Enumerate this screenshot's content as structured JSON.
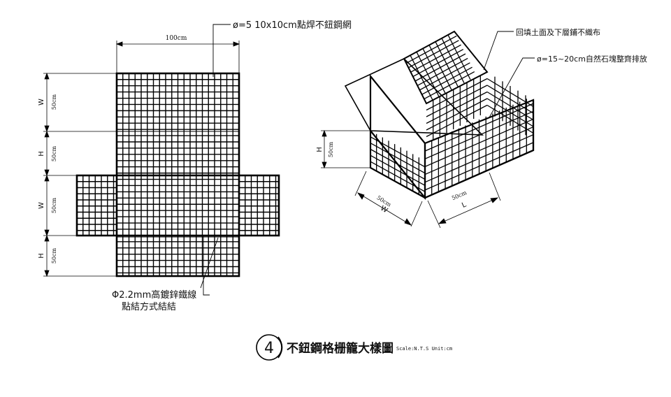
{
  "callouts": {
    "mesh_spec": "ø=5  10x10cm點焊不鈕鋼網",
    "wire_line1": "Φ2.2mm高鍍鋅鐵線",
    "wire_line2": "點結方式結結",
    "backfill": "回填土面及下層鋪不織布",
    "stone": "ø=15~20cm自然石塊整齊排放"
  },
  "dimensions": {
    "width_top": "100cm",
    "left_w": "W",
    "left_h": "H",
    "fifty": "50cm",
    "iso_h": "H",
    "iso_w": "W",
    "iso_l": "L"
  },
  "title": {
    "number": "4",
    "text": "不鈕鋼格栅籠大樣圖",
    "scale": "Scale:N.T.S  Unit:cm"
  }
}
